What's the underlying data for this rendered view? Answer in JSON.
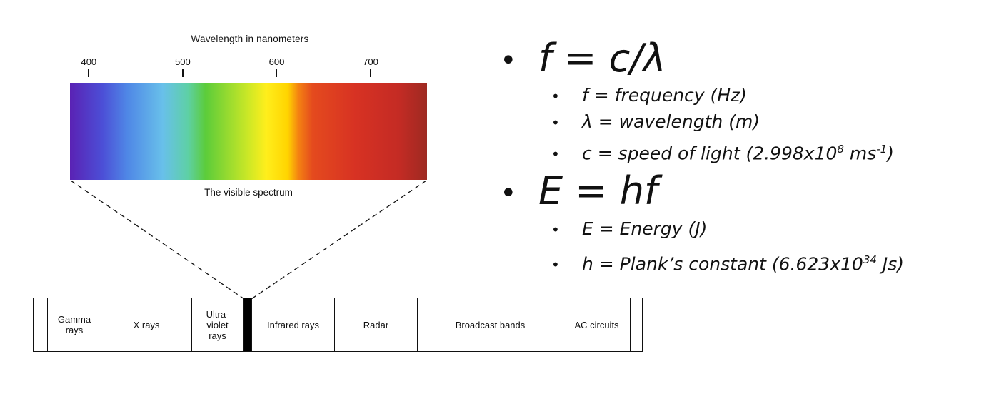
{
  "figure": {
    "axis_title": "Wavelength in nanometers",
    "ticks": [
      {
        "value": 400,
        "label": "400"
      },
      {
        "value": 500,
        "label": "500"
      },
      {
        "value": 600,
        "label": "600"
      },
      {
        "value": 700,
        "label": "700"
      }
    ],
    "bar_range_nm": [
      380,
      760
    ],
    "caption": "The visible spectrum",
    "bands": [
      {
        "label": ""
      },
      {
        "label": "Gamma\nrays"
      },
      {
        "label": "X rays"
      },
      {
        "label": "Ultra-\nviolet\nrays"
      },
      {
        "label": "",
        "visible": true
      },
      {
        "label": "Infrared rays"
      },
      {
        "label": "Radar"
      },
      {
        "label": "Broadcast bands"
      },
      {
        "label": "AC circuits"
      },
      {
        "label": ""
      }
    ]
  },
  "formulas": {
    "bullet": "•",
    "f_eq": "f = c/λ",
    "f_items": [
      {
        "text": "f = frequency (Hz)"
      },
      {
        "text": "λ = wavelength (m)"
      },
      {
        "text": "c = speed of light (2.998x10",
        "sup": "8",
        "text2": " ms",
        "sup2": "-1",
        "text3": ")"
      }
    ],
    "e_eq": "E = hf",
    "e_items": [
      {
        "text": "E = Energy (J)"
      },
      {
        "text": "h = Plank’s constant (6.623x10",
        "sup": "34",
        "text2": " Js)"
      }
    ]
  }
}
